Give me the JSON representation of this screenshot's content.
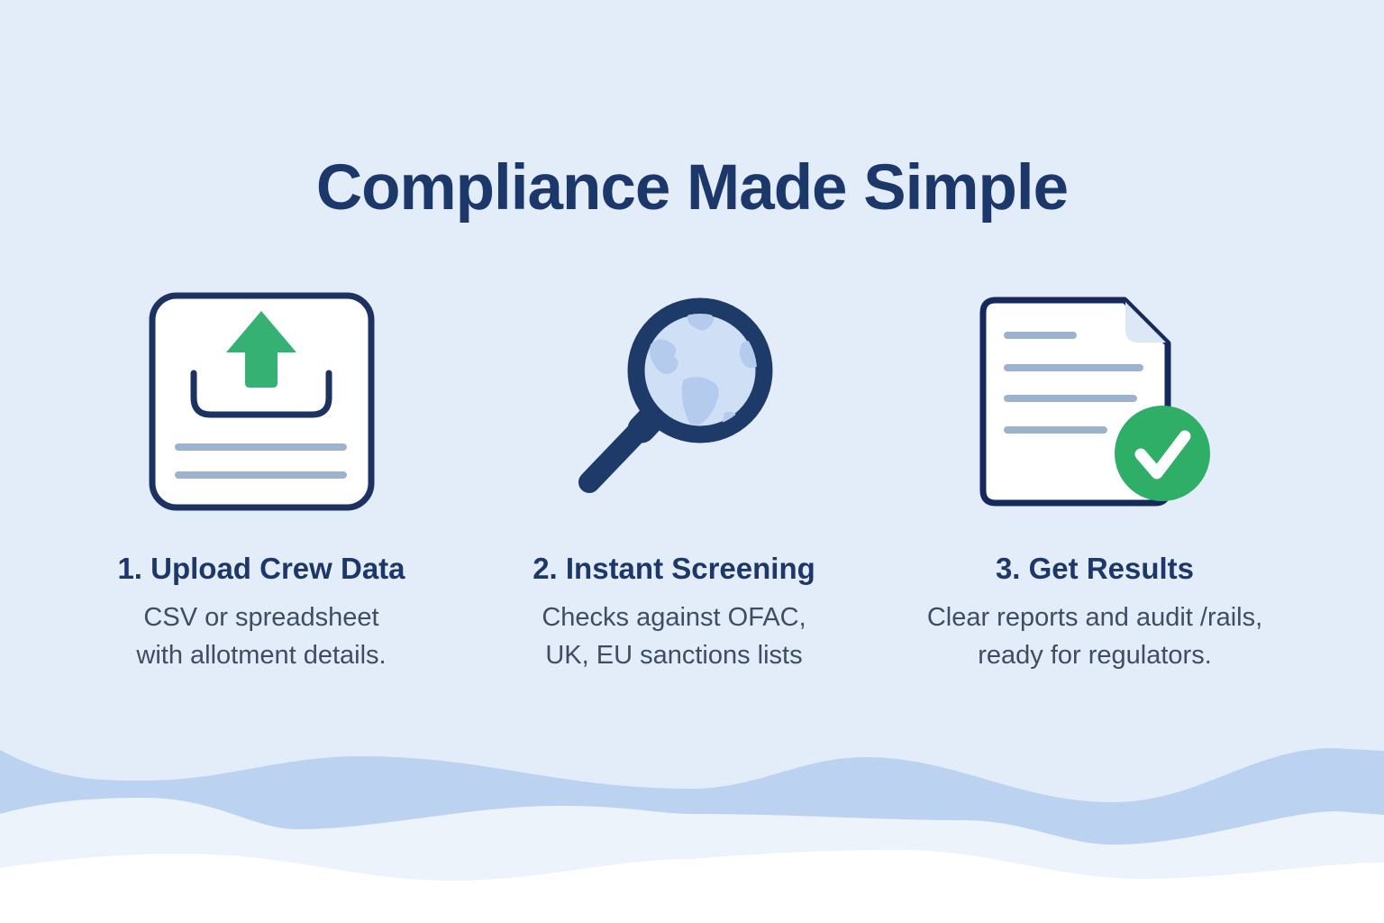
{
  "title": "Compliance Made Simple",
  "steps": [
    {
      "heading": "1. Upload Crew Data",
      "description_line1": "CSV or spreadsheet",
      "description_line2": "with allotment details.",
      "icon": "upload-icon"
    },
    {
      "heading": "2. Instant Screening",
      "description_line1": "Checks against OFAC,",
      "description_line2": "UK, EU sanctions lists",
      "icon": "globe-magnifier-icon"
    },
    {
      "heading": "3. Get Results",
      "description_line1": "Clear reports and audit /rails,",
      "description_line2": "ready for regulators.",
      "icon": "document-check-icon"
    }
  ],
  "colors": {
    "background": "#e3edf9",
    "title_navy": "#1c3769",
    "body_text": "#3e4d63",
    "icon_outline": "#1c3361",
    "line_gray": "#9db2cc",
    "green": "#2fae68",
    "globe_fill": "#cfdff6",
    "globe_land": "#b5cbee",
    "wave_medium": "#bcd2f1",
    "wave_light": "#ecf3fb",
    "wave_white": "#ffffff"
  }
}
